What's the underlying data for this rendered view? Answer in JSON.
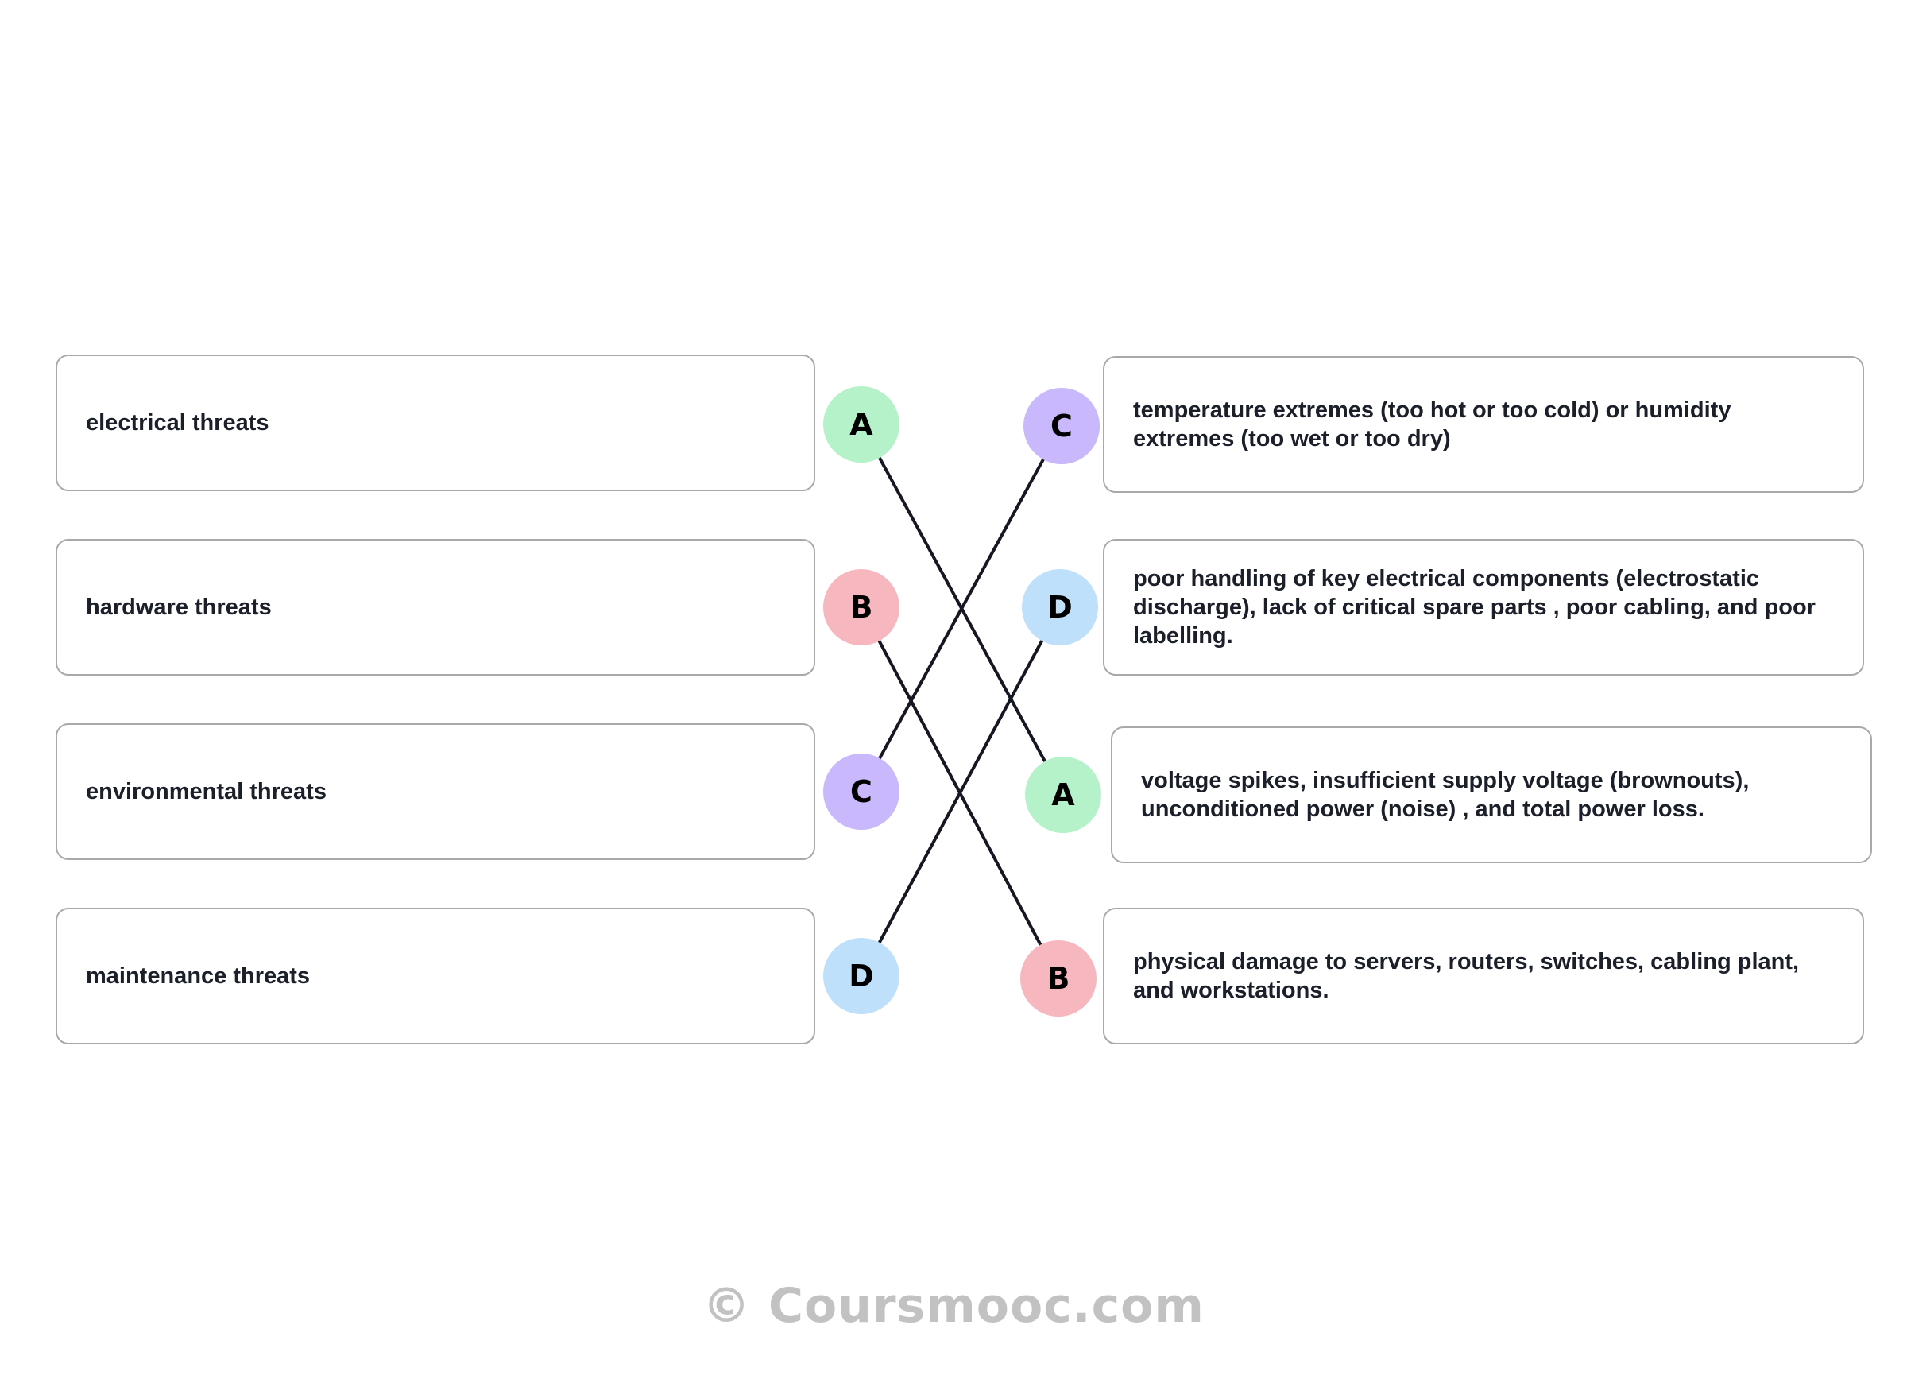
{
  "colors": {
    "A": "#b5f2c9",
    "B": "#f6b7bf",
    "C": "#c9b8fb",
    "D": "#bfe0fb",
    "line": "#151823",
    "border": "#a9a9a9"
  },
  "left_items": [
    {
      "letter": "A",
      "text": "electrical threats"
    },
    {
      "letter": "B",
      "text": "hardware threats"
    },
    {
      "letter": "C",
      "text": "environmental threats"
    },
    {
      "letter": "D",
      "text": "maintenance threats"
    }
  ],
  "right_items": [
    {
      "letter": "C",
      "text": "temperature extremes (too hot or too cold) or humidity extremes (too wet or too dry)"
    },
    {
      "letter": "D",
      "text": "poor handling of key electrical components (electrostatic discharge), lack of critical spare parts , poor cabling, and poor labelling."
    },
    {
      "letter": "A",
      "text": "voltage spikes, insufficient supply voltage (brownouts), unconditioned power (noise) , and total power loss."
    },
    {
      "letter": "B",
      "text": "physical damage to servers, routers, switches, cabling plant, and workstations."
    }
  ],
  "watermark": "© Coursmooc.com"
}
